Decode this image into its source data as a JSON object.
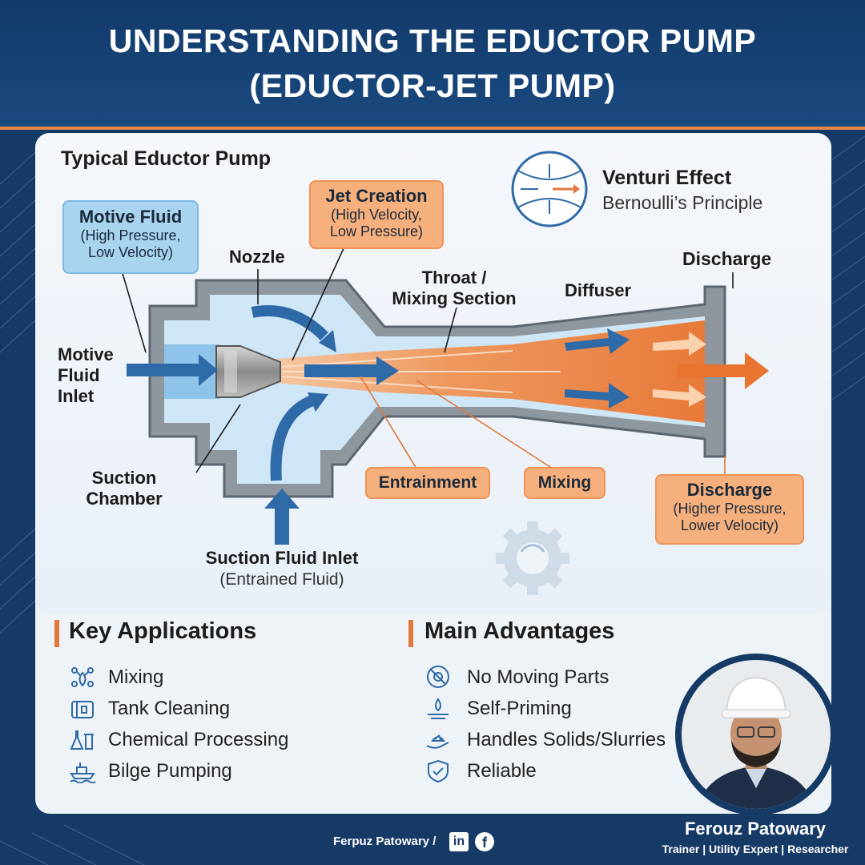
{
  "title": {
    "line1": "UNDERSTANDING THE EDUCTOR PUMP",
    "line2": "(EDUCTOR-JET PUMP)"
  },
  "diagram": {
    "heading": "Typical Eductor Pump",
    "venturi": {
      "title": "Venturi Effect",
      "subtitle": "Bernoulli’s Principle"
    },
    "motive_fluid": {
      "title": "Motive Fluid",
      "line2": "(High Pressure,",
      "line3": "Low Velocity)"
    },
    "jet_creation": {
      "title": "Jet Creation",
      "line2": "(High Velocity,",
      "line3": "Low Pressure)"
    },
    "nozzle": "Nozzle",
    "throat": {
      "line1": "Throat /",
      "line2": "Mixing Section"
    },
    "diffuser": "Diffuser",
    "discharge_label": "Discharge",
    "motive_inlet": {
      "line1": "Motive",
      "line2": "Fluid",
      "line3": "Inlet"
    },
    "suction_chamber": {
      "line1": "Suction",
      "line2": "Chamber"
    },
    "entrainment": "Entrainment",
    "mixing": "Mixing",
    "discharge_box": {
      "title": "Discharge",
      "line2": "(Higher Pressure,",
      "line3": "Lower Velocity)"
    },
    "suction_inlet": {
      "title": "Suction Fluid Inlet",
      "subtitle": "(Entrained Fluid)"
    }
  },
  "applications": {
    "heading": "Key Applications",
    "items": [
      {
        "label": "Mixing",
        "icon": "mixing-icon"
      },
      {
        "label": "Tank Cleaning",
        "icon": "tank-icon"
      },
      {
        "label": "Chemical Processing",
        "icon": "flask-icon"
      },
      {
        "label": "Bilge Pumping",
        "icon": "ship-icon"
      }
    ]
  },
  "advantages": {
    "heading": "Main Advantages",
    "items": [
      {
        "label": "No Moving Parts",
        "icon": "no-gear-icon"
      },
      {
        "label": "Self-Priming",
        "icon": "droplet-icon"
      },
      {
        "label": "Handles Solids/Slurries",
        "icon": "hand-solids-icon"
      },
      {
        "label": "Reliable",
        "icon": "shield-check-icon"
      }
    ]
  },
  "footer": {
    "handle": "Ferpuz Patowary /",
    "name": "Ferouz Patowary",
    "role": "Trainer | Utility Expert | Researcher"
  },
  "colors": {
    "navy": "#163a66",
    "orange": "#e4884a",
    "light_blue": "#a9d4ef",
    "peach": "#f6b07d"
  }
}
